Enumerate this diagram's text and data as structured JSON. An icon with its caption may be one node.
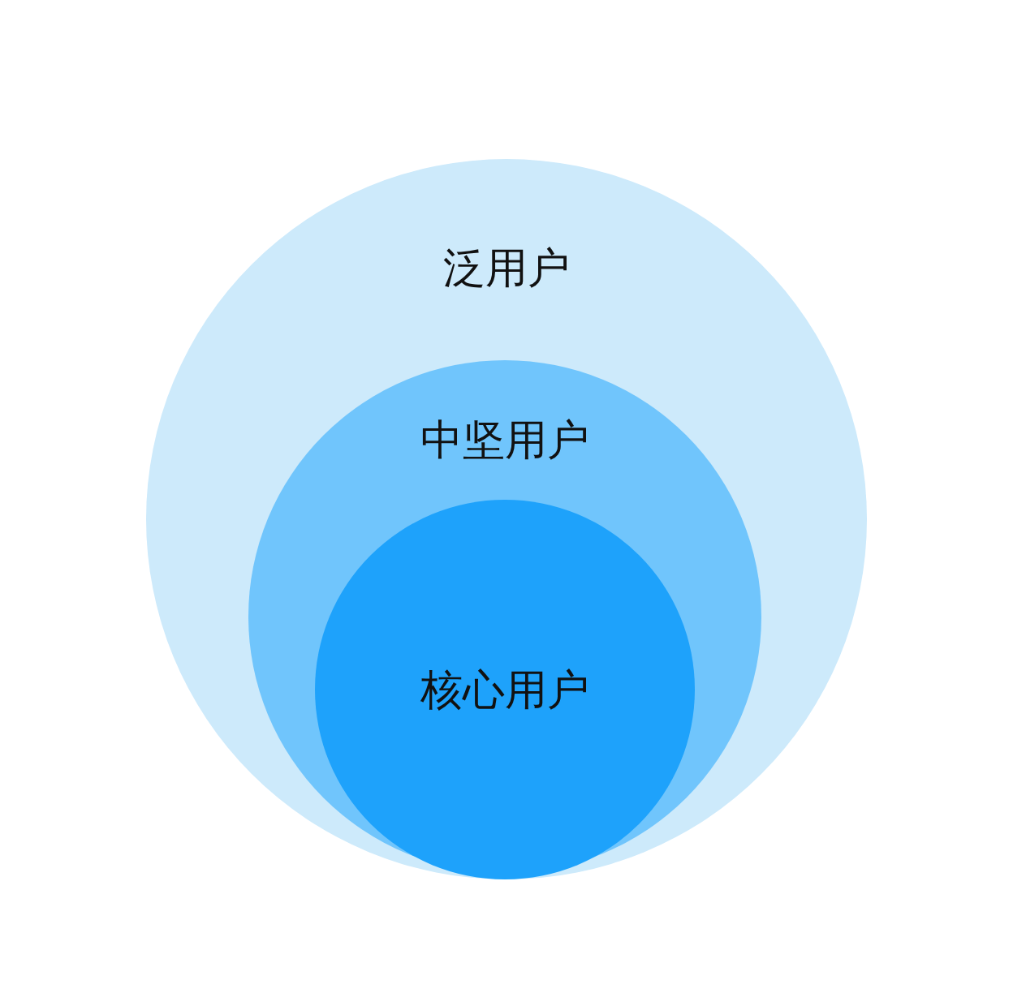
{
  "diagram": {
    "nodes": [
      {
        "text": [
          "泛用户"
        ]
      },
      {
        "text": [
          "中坚用户"
        ],
        "in": 0
      },
      {
        "text": [
          "核心用户"
        ],
        "in": 1
      }
    ],
    "edges": []
  }
}
